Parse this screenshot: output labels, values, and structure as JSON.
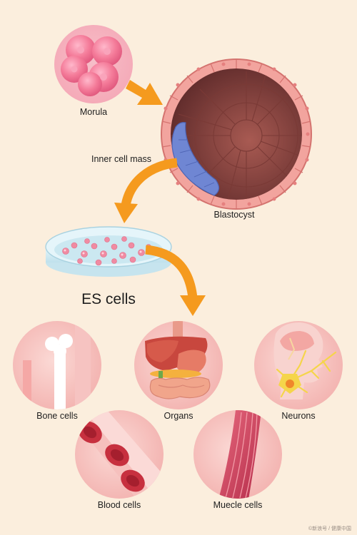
{
  "labels": {
    "morula": "Morula",
    "inner_cell_mass": "Inner cell mass",
    "blastocyst": "Blastocyst",
    "es_cells": "ES cells",
    "bone_cells": "Bone cells",
    "organs": "Organs",
    "neurons": "Neurons",
    "blood_cells": "Blood cells",
    "muscle_cells": "Muecle cells"
  },
  "colors": {
    "background": "#fbeedd",
    "arrow": "#f59a1e",
    "circle_fill": "#f4b8b5",
    "morula_cell": "#f08ba2",
    "blastocyst_ring": "#f2a49e",
    "inner_mass": "#6f86d3",
    "dish": "#d7eef5"
  },
  "watermark": "©新浪号 / 健康中国"
}
